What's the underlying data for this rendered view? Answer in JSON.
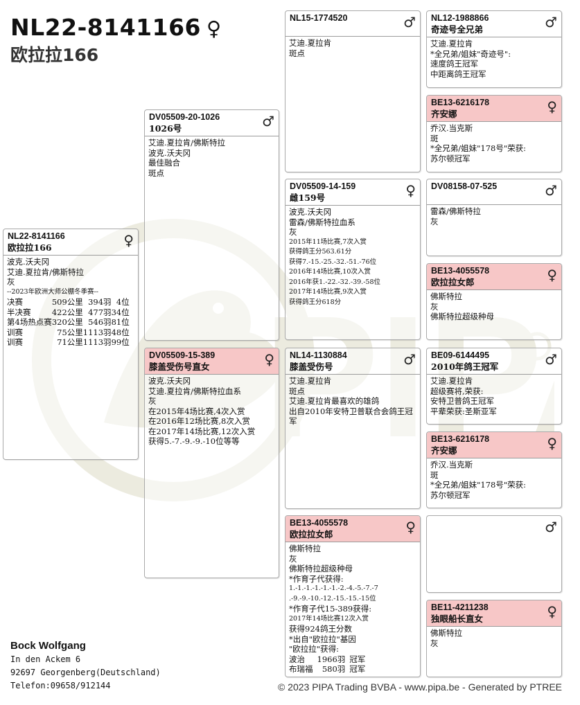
{
  "header": {
    "ring": "NL22-8141166",
    "sex_symbol": "♀",
    "name": "欧拉拉166"
  },
  "subject": {
    "ring": "NL22-8141166",
    "name": "欧拉拉166",
    "lines": [
      "波克.沃夫冈",
      "艾迪.夏拉肯/佛斯特拉",
      "灰",
      "--2023年欧洲大师公棚冬季赛--"
    ],
    "races": [
      [
        "决赛",
        "509公里",
        "394羽",
        "4位"
      ],
      [
        "半决赛",
        "422公里",
        "477羽",
        "34位"
      ],
      [
        "第4场热点赛",
        "320公里",
        "546羽",
        "81位"
      ],
      [
        "训赛",
        "75公里",
        "1113羽",
        "48位"
      ],
      [
        "训赛",
        "71公里",
        "1113羽",
        "99位"
      ]
    ]
  },
  "sire": {
    "ring": "DV05509-20-1026",
    "name": "1026号",
    "lines": [
      "艾迪.夏拉肯/佛斯特拉",
      "波克.沃夫冈",
      "最佳融合",
      "斑点"
    ]
  },
  "dam": {
    "ring": "DV05509-15-389",
    "name": "膝盖受伤号直女",
    "lines": [
      "波克.沃夫冈",
      "艾迪.夏拉肯/佛斯特拉血系",
      "灰",
      "在2015年4场比赛,4次入赏",
      "在2016年12场比赛,8次入赏",
      "在2017年14场比赛,12次入赏",
      "获得5.-7.-9.-9.-10位等等"
    ]
  },
  "ss": {
    "ring": "NL15-1774520",
    "name": "",
    "lines": [
      "艾迪.夏拉肯",
      "斑点"
    ]
  },
  "sd": {
    "ring": "DV05509-14-159",
    "name": "雌159号",
    "lines": [
      "波克.沃夫冈",
      "雷森/佛斯特拉血系",
      "灰",
      "2015年11场比赛,7次入赏",
      "获得鸽王分563.61分",
      "获得7.-15.-25.-32.-51.-76位",
      "2016年14场比赛,10次入赏",
      "2016年获1.-22.-32.-39.-58位",
      "2017年14场比赛,9次入赏",
      "获得鸽王分618分"
    ]
  },
  "ds": {
    "ring": "NL14-1130884",
    "name": "膝盖受伤号",
    "lines": [
      "艾迪.夏拉肯",
      "斑点",
      "艾迪.夏拉肯最喜欢的雄鸽",
      "出自2010年安特卫普联合会鸽王冠",
      "军"
    ]
  },
  "dd": {
    "ring": "BE13-4055578",
    "name": "欧拉拉女郎",
    "lines": [
      "佛斯特拉",
      "灰",
      "佛斯特拉超级种母",
      "*作育子代获得:",
      "1.-1.-1.-1.-1.-1.-2.-4.-5.-7.-7",
      ".-9.-9.-10.-12.-15.-15.-15位",
      "*作育子代15-389获得:",
      "2017年14场比赛12次入赏",
      "获得924鸽王分数",
      "*出自\"欧拉拉\"基因",
      "\"欧拉拉\"获得:"
    ],
    "victories": [
      [
        "波治",
        "1966羽",
        "冠军"
      ],
      [
        "布瑞福",
        "580羽",
        "冠军"
      ]
    ]
  },
  "sss": {
    "ring": "NL12-1988866",
    "name": "奇迹号全兄弟",
    "lines": [
      "艾迪.夏拉肯",
      "*全兄弟/姐妹\"奇迹号\":",
      "速度鸽王冠军",
      "中距离鸽王冠军"
    ]
  },
  "ssd": {
    "ring": "BE13-6216178",
    "name": "齐安娜",
    "lines": [
      "乔汉.当克斯",
      "斑",
      "*全兄弟/姐妹\"178号\"荣获:",
      "苏尔顿冠军"
    ]
  },
  "sds": {
    "ring": "DV08158-07-525",
    "name": "",
    "lines": [
      "雷森/佛斯特拉",
      "灰"
    ]
  },
  "sdd": {
    "ring": "BE13-4055578",
    "name": "欧拉拉女郎",
    "lines": [
      "佛斯特拉",
      "灰",
      "佛斯特拉超级种母"
    ]
  },
  "dss": {
    "ring": "BE09-6144495",
    "name": "2010年鸽王冠军",
    "lines": [
      "艾迪.夏拉肯",
      "超级赛将,荣获:",
      "安特卫普鸽王冠军",
      "平辈荣获:圣斯亚军"
    ]
  },
  "dsd": {
    "ring": "BE13-6216178",
    "name": "齐安娜",
    "lines": [
      "乔汉.当克斯",
      "斑",
      "*全兄弟/姐妹\"178号\"荣获:",
      "苏尔顿冠军"
    ]
  },
  "dds": {
    "ring": "",
    "name": "",
    "lines": []
  },
  "ddd": {
    "ring": "BE11-4211238",
    "name": "独眼船长直女",
    "lines": [
      "佛斯特拉",
      "灰"
    ]
  },
  "symbols": {
    "male": "♂",
    "female": "♀"
  },
  "breeder": {
    "name": "Bock Wolfgang",
    "address1": "In den Ackem 6",
    "address2": "92697 Georgenberg(Deutschland)",
    "phone": "Telefon:09658/912144"
  },
  "footer": "© 2023 PIPA Trading BVBA - www.pipa.be - Generated by PTREE",
  "watermark_text": "PIPA",
  "colors": {
    "female_header": "#f7c7c7",
    "watermark": "#ecebdf"
  }
}
